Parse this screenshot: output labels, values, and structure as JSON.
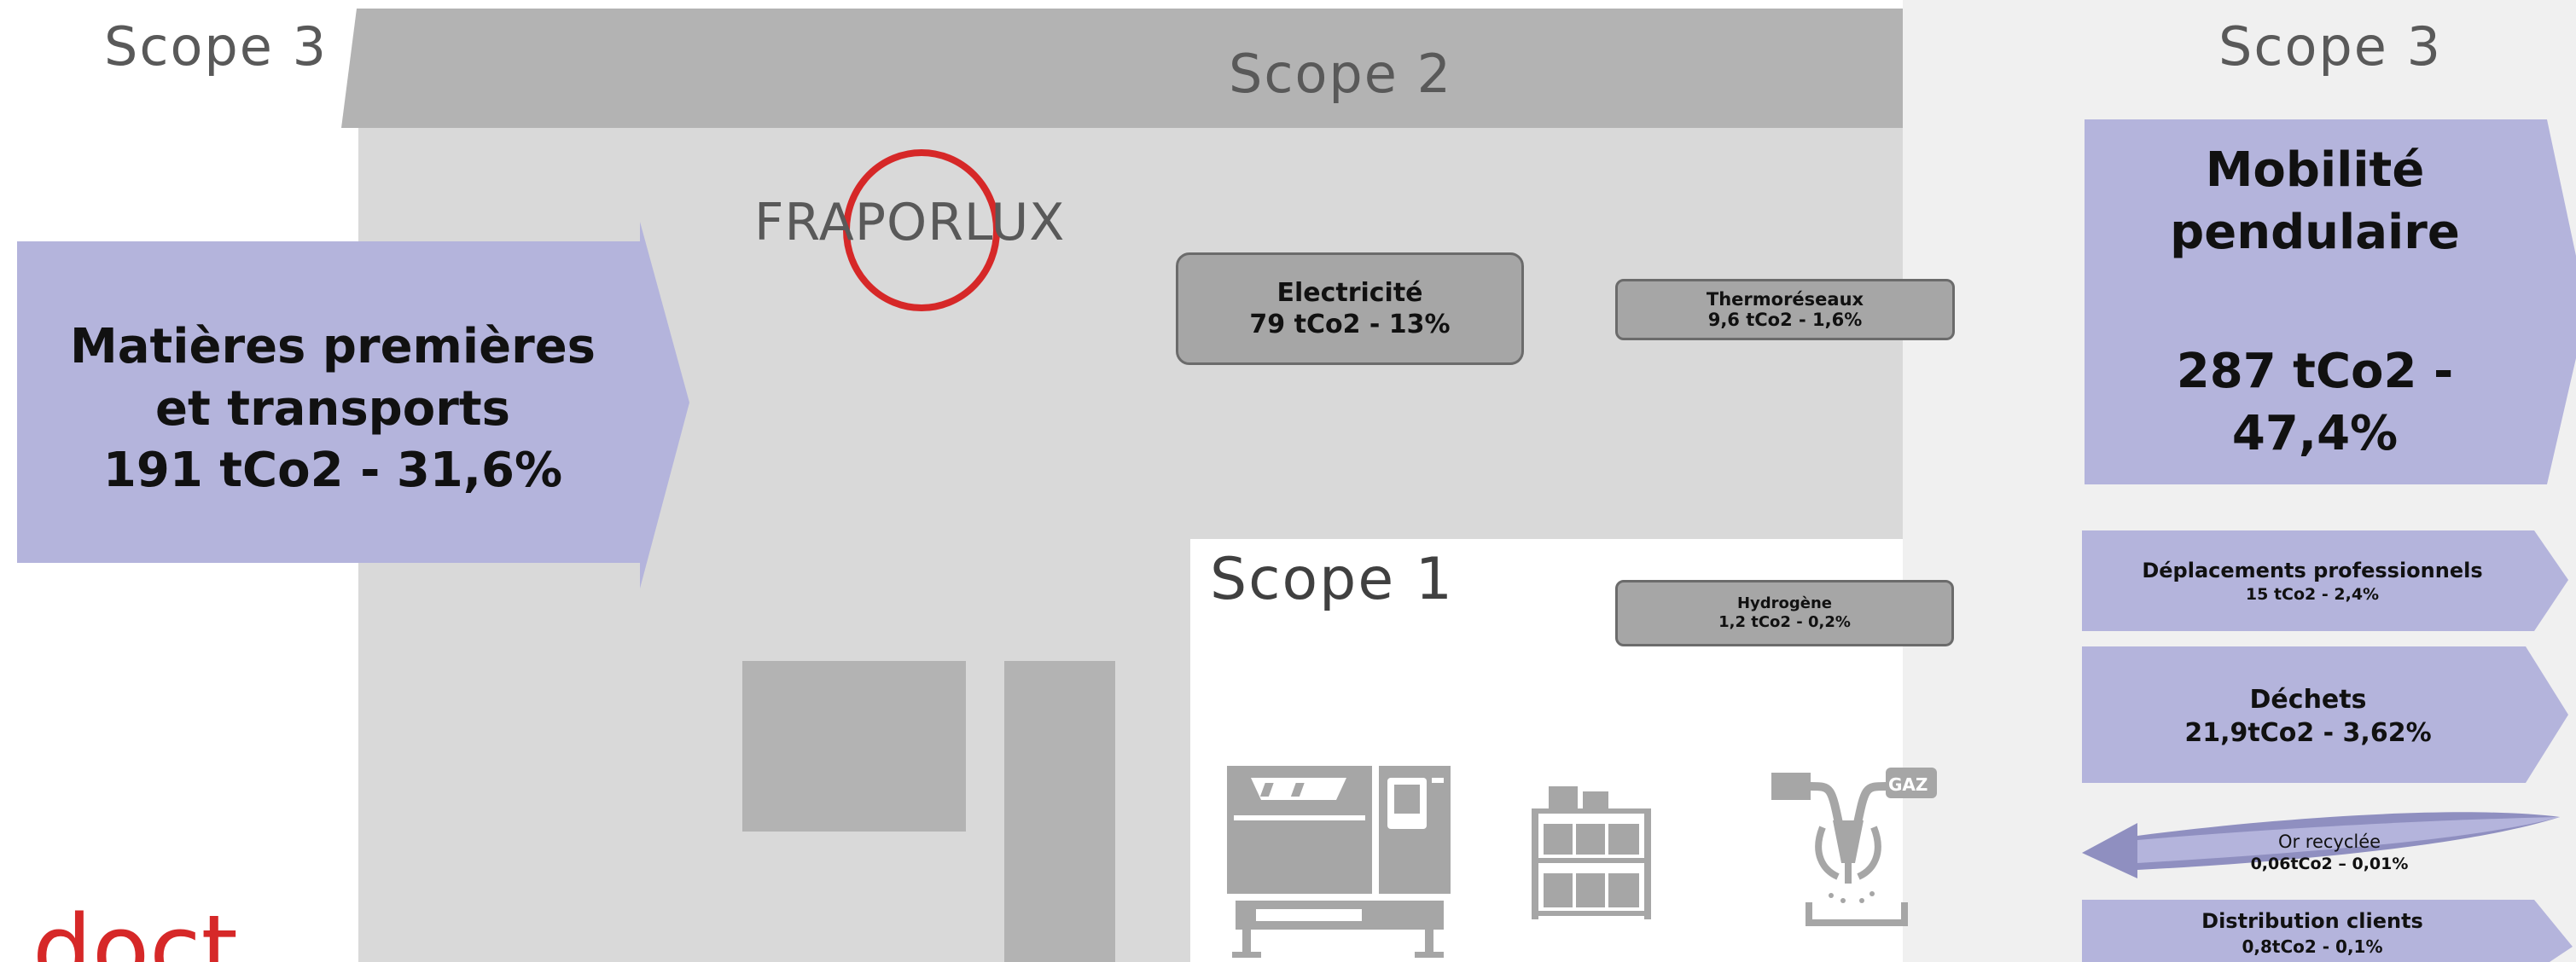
{
  "scopes": {
    "left": "Scope 3",
    "center": "Scope 2",
    "right": "Scope 3",
    "inner": "Scope 1"
  },
  "logo": {
    "text": "FRAPORLUX",
    "circle_color": "#d62828"
  },
  "brand_partial": {
    "text": "doct",
    "color": "#d62828"
  },
  "left_arrow": {
    "line1": "Matières premières",
    "line2": "et transports",
    "line3": "191 tCo2 -  31,6%"
  },
  "scope2_boxes": {
    "electricite": {
      "title": "Electricité",
      "value": "79 tCo2 -  13%"
    },
    "thermoreseaux": {
      "title": "Thermoréseaux",
      "value": "9,6 tCo2 -  1,6%"
    }
  },
  "scope1_boxes": {
    "hydrogene": {
      "title": "Hydrogène",
      "value": "1,2 tCo2 -  0,2%"
    }
  },
  "right_items": {
    "mobilite": {
      "line1": "Mobilité",
      "line2": "pendulaire",
      "value1": "287 tCo2 -",
      "value2": "47,4%"
    },
    "deplacements": {
      "title": "Déplacements professionnels",
      "value": "15 tCo2 -  2,4%"
    },
    "dechets": {
      "title": "Déchets",
      "value": "21,9tCo2 -  3,62%"
    },
    "or_recyclee": {
      "title": "Or recyclée",
      "value": "0,06tCo2 – 0,01%"
    },
    "distribution": {
      "title": "Distribution clients",
      "value": "0,8tCo2 -  0,1%"
    }
  },
  "icons": {
    "machine": "cnc-machine-icon",
    "shelving": "shelving-storage-icon",
    "gas": "gas-welding-icon",
    "gas_label": "GAZ"
  },
  "colors": {
    "arrow_fill": "#b4b4dc",
    "roof": "#b3b3b3",
    "building": "#d9d9d9",
    "box_fill": "#a6a6a6",
    "icon": "#a6a6a6",
    "accent_red": "#d62828"
  }
}
